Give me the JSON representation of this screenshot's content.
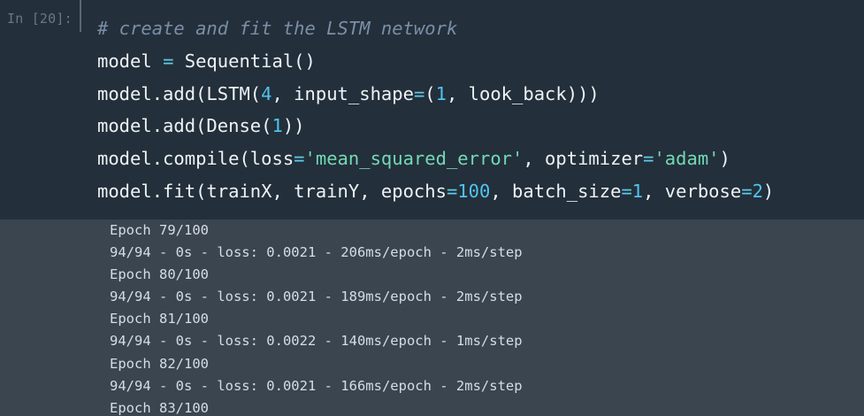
{
  "cell": {
    "prompt": "In [20]:",
    "code_lines": [
      [
        {
          "t": "# create and fit the LSTM network",
          "c": "comment"
        }
      ],
      [
        {
          "t": "model ",
          "c": "plain"
        },
        {
          "t": "=",
          "c": "op"
        },
        {
          "t": " Sequential()",
          "c": "plain"
        }
      ],
      [
        {
          "t": "model.add(LSTM(",
          "c": "plain"
        },
        {
          "t": "4",
          "c": "num"
        },
        {
          "t": ", input_shape",
          "c": "plain"
        },
        {
          "t": "=",
          "c": "op"
        },
        {
          "t": "(",
          "c": "plain"
        },
        {
          "t": "1",
          "c": "num"
        },
        {
          "t": ", look_back)))",
          "c": "plain"
        }
      ],
      [
        {
          "t": "model.add(Dense(",
          "c": "plain"
        },
        {
          "t": "1",
          "c": "num"
        },
        {
          "t": "))",
          "c": "plain"
        }
      ],
      [
        {
          "t": "model.compile(loss",
          "c": "plain"
        },
        {
          "t": "=",
          "c": "op"
        },
        {
          "t": "'mean_squared_error'",
          "c": "str"
        },
        {
          "t": ", optimizer",
          "c": "plain"
        },
        {
          "t": "=",
          "c": "op"
        },
        {
          "t": "'adam'",
          "c": "str"
        },
        {
          "t": ")",
          "c": "plain"
        }
      ],
      [
        {
          "t": "model.fit(trainX, trainY, epochs",
          "c": "plain"
        },
        {
          "t": "=",
          "c": "op"
        },
        {
          "t": "100",
          "c": "num"
        },
        {
          "t": ", batch_size",
          "c": "plain"
        },
        {
          "t": "=",
          "c": "op"
        },
        {
          "t": "1",
          "c": "num"
        },
        {
          "t": ", verbose",
          "c": "plain"
        },
        {
          "t": "=",
          "c": "op"
        },
        {
          "t": "2",
          "c": "num"
        },
        {
          "t": ")",
          "c": "plain"
        }
      ]
    ],
    "output_lines": [
      "Epoch 79/100",
      "94/94 - 0s - loss: 0.0021 - 206ms/epoch - 2ms/step",
      "Epoch 80/100",
      "94/94 - 0s - loss: 0.0021 - 189ms/epoch - 2ms/step",
      "Epoch 81/100",
      "94/94 - 0s - loss: 0.0022 - 140ms/epoch - 1ms/step",
      "Epoch 82/100",
      "94/94 - 0s - loss: 0.0021 - 166ms/epoch - 2ms/step",
      "Epoch 83/100"
    ]
  },
  "colors": {
    "input_bg": "#232f3a",
    "output_bg": "#3a4550",
    "comment": "#7b8ea8",
    "operator": "#5ecbe8",
    "number": "#4fc4f0",
    "string": "#73d9b5"
  }
}
